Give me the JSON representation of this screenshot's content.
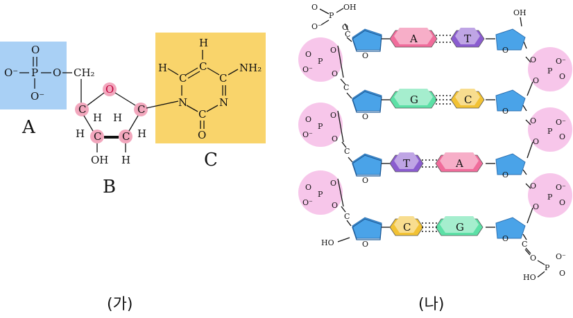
{
  "panel_a": {
    "caption": "(가)",
    "labels": {
      "phosphate": "A",
      "sugar": "B",
      "base": "C"
    },
    "phosphate": {
      "o_top": "O",
      "o_left": "O⁻",
      "p": "P",
      "o_bottom": "O⁻",
      "o_link": "O",
      "ch2": "CH₂"
    },
    "sugar": {
      "ring_o": "O",
      "c": "C",
      "h": "H",
      "oh": "OH"
    },
    "base": {
      "h_top": "H",
      "h_left": "H",
      "nh2": "NH₂",
      "n": "N",
      "o": "O",
      "c": "C"
    }
  },
  "panel_b": {
    "caption": "(나)",
    "pairs": [
      {
        "left": "A",
        "right": "T",
        "left_color": "#f06c9b",
        "right_color": "#8a5ccf"
      },
      {
        "left": "G",
        "right": "C",
        "left_color": "#5ce0a6",
        "right_color": "#f2c234"
      },
      {
        "left": "T",
        "right": "A",
        "left_color": "#8a5ccf",
        "right_color": "#f06c9b"
      },
      {
        "left": "C",
        "right": "G",
        "left_color": "#f2c234",
        "right_color": "#5ce0a6"
      }
    ],
    "phosphate": {
      "p": "P",
      "o": "O",
      "o_minus": "O⁻",
      "oh": "OH"
    },
    "sugar": {
      "o": "O",
      "c": "C"
    },
    "ends": {
      "left_top_oh": "OH",
      "left_bottom_ho": "HO",
      "right_top_oh": "OH",
      "right_bottom_ho": "HO"
    }
  },
  "colors": {
    "phosphate_box": "#a9d0f5",
    "base_box": "#f9d46b",
    "atom_highlight": "#f2a7bd",
    "phosphate_circle": "#f7c6ea",
    "sugar": "#4aa3e8"
  }
}
